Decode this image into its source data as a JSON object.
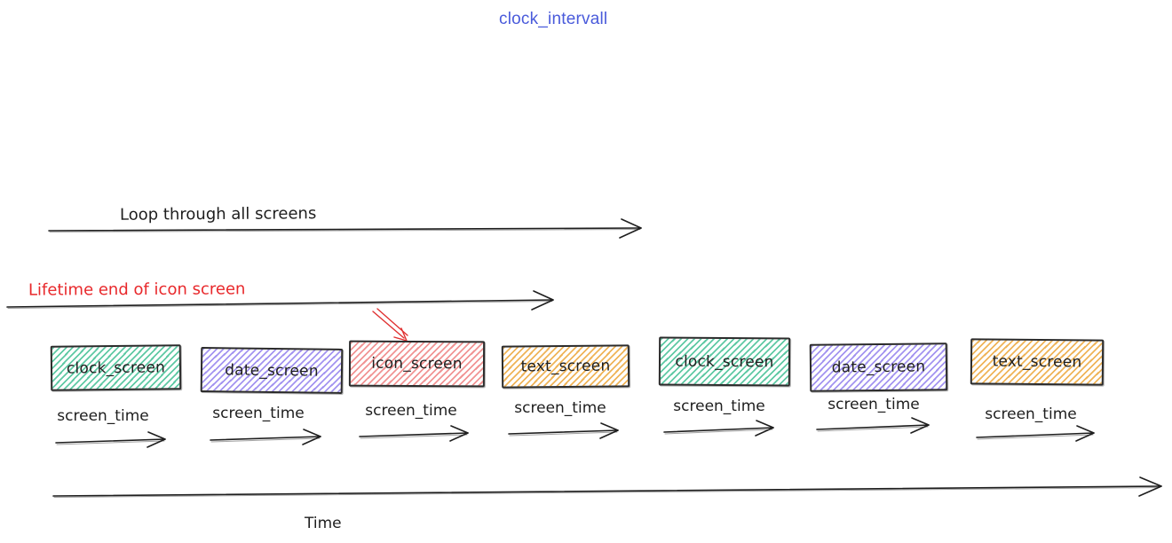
{
  "title": {
    "text": "clock_intervall",
    "color": "#4a5bdb"
  },
  "loop_arrow": {
    "label": "Loop through all screens"
  },
  "lifetime_arrow": {
    "label": "Lifetime end of icon screen",
    "color": "#e8282b"
  },
  "time_axis": {
    "label": "Time"
  },
  "screen_time_label": "screen_time",
  "screens": [
    {
      "label": "clock_screen",
      "color": "#5fc9a4"
    },
    {
      "label": "date_screen",
      "color": "#a394f0"
    },
    {
      "label": "icon_screen",
      "color": "#f19494"
    },
    {
      "label": "text_screen",
      "color": "#efb459"
    },
    {
      "label": "clock_screen",
      "color": "#5fc9a4"
    },
    {
      "label": "date_screen",
      "color": "#a394f0"
    },
    {
      "label": "text_screen",
      "color": "#efb459"
    }
  ],
  "colors": {
    "stroke": "#1e1e1e",
    "red_accent": "#e03131"
  }
}
